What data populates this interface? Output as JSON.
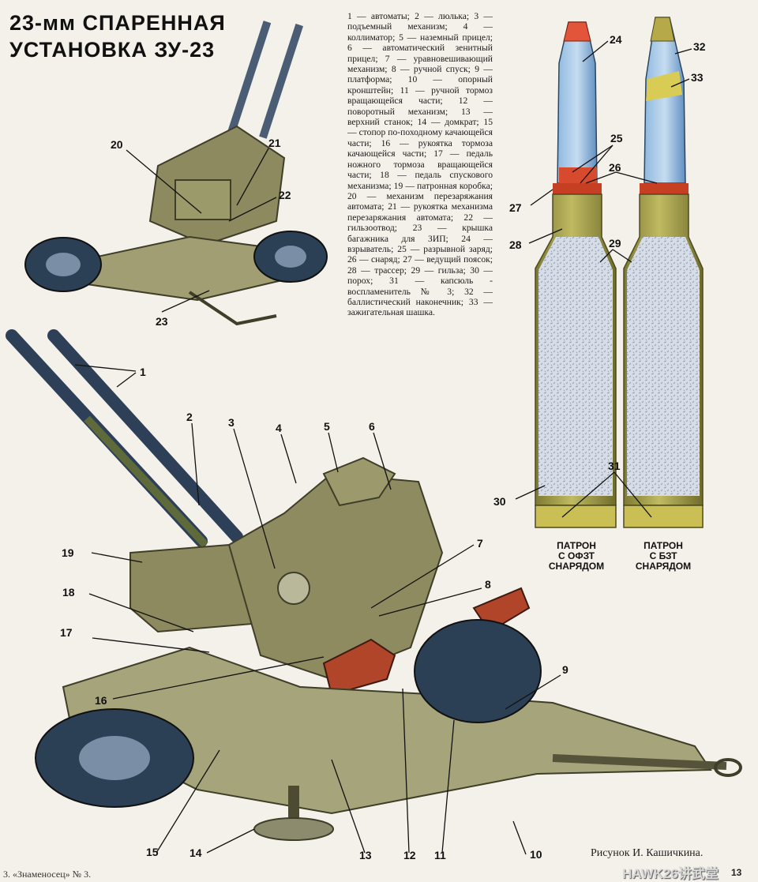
{
  "title": {
    "line1": "23-мм СПАРЕННАЯ",
    "line2": "УСТАНОВКА ЗУ-23"
  },
  "legend_text": "1 — автоматы; 2 — люлька; 3 — подъемный механизм; 4 — коллиматор; 5 — наземный прицел; 6 — автоматический зенитный прицел; 7 — уравновешивающий механизм; 8 — ручной спуск; 9 — платформа; 10 — опорный кронштейн; 11 — ручной тормоз вращающейся части; 12 — поворотный механизм; 13 — верхний станок; 14 — домкрат; 15 — стопор по-походному качающейся части; 16 — рукоятка тормоза качающейся части; 17 — педаль ножного тормоза вращающейся части; 18 — педаль спускового механизма; 19 — патронная коробка; 20 — механизм перезаряжания автомата; 21 — рукоятка механизма перезаряжания автомата; 22 — гильзоотвод; 23 — крышка багажника для ЗИП; 24 — взрыватель; 25 — разрывной заряд; 26 — снаряд; 27 — ведущий поясок; 28 — трассер; 29 — гильза; 30 — порох; 31 — капсюль - воспламенитель № 3; 32 — баллистический наконечник; 33 — зажигательная шашка.",
  "labels": {
    "l1": "1",
    "l2": "2",
    "l3": "3",
    "l4": "4",
    "l5": "5",
    "l6": "6",
    "l7": "7",
    "l8": "8",
    "l9": "9",
    "l10": "10",
    "l11": "11",
    "l12": "12",
    "l13": "13",
    "l14": "14",
    "l15": "15",
    "l16": "16",
    "l17": "17",
    "l18": "18",
    "l19": "19",
    "l20": "20",
    "l21": "21",
    "l22": "22",
    "l23": "23",
    "l24": "24",
    "l25": "25",
    "l26": "26",
    "l27": "27",
    "l28": "28",
    "l29": "29",
    "l30": "30",
    "l31": "31",
    "l32": "32",
    "l33": "33"
  },
  "cartridges": {
    "left": {
      "line1": "ПАТРОН",
      "line2": "С ОФЗТ",
      "line3": "СНАРЯДОМ"
    },
    "right": {
      "line1": "ПАТРОН",
      "line2": "С БЗТ",
      "line3": "СНАРЯДОМ"
    }
  },
  "credit": "Рисунок И. Кашичкина.",
  "footer_left": "3. «Знаменосец» № 3.",
  "page_number": "13",
  "watermark": "HAWK26讲武堂",
  "colors": {
    "olive": "#8c8a5e",
    "olive_dark": "#5d5b3a",
    "tire": "#2b3f55",
    "seat": "#b0452a",
    "brass": "#a7a14a",
    "blue": "#6fa7d8",
    "nose_red": "#e2553a",
    "powder": "#c9d2dc"
  }
}
